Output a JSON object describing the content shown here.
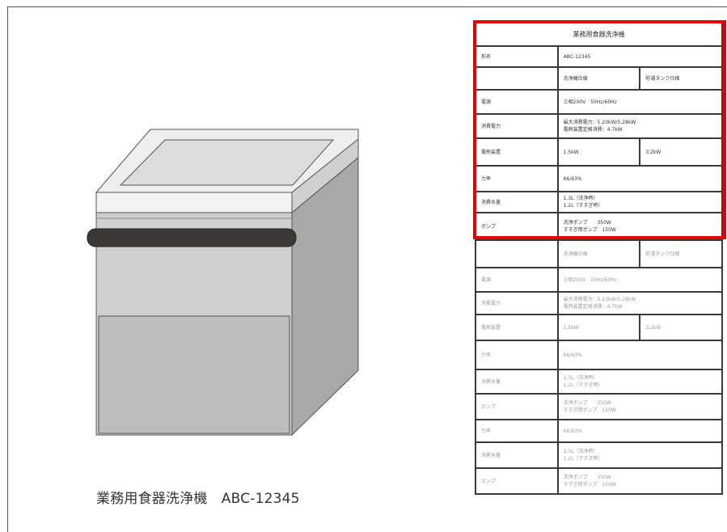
{
  "caption": "業務用食器洗浄機　ABC-12345",
  "spec_table": {
    "title": "業務用食器洗浄機",
    "model_label": "形名",
    "model_value": "ABC-12345",
    "rows": [
      {
        "label": "",
        "value": "洗浄機仕様",
        "extra": "貯湯タンク仕様"
      },
      {
        "label": "電源",
        "value": "三相200V　50Hz/60Hz",
        "extra": null
      },
      {
        "label": "消費電力",
        "value": "最大消費電力：5.23kW/5.28kW\n電熱装置定格消費：4.7kW",
        "extra": null
      },
      {
        "label": "電熱装置",
        "value": "1.5kW",
        "extra": "3.2kW"
      },
      {
        "label": "力率",
        "value": "66/63%",
        "extra": null
      },
      {
        "label": "消費水量",
        "value": "1.3L（洗浄時）\n1.2L（すすぎ時）",
        "extra": null
      },
      {
        "label": "ポンプ",
        "value": "洗浄ポンプ　　350W\nすすぎ用ポンプ　150W",
        "extra": null
      },
      {
        "label": "",
        "value": "洗浄機仕様",
        "extra": "貯湯タンク仕様"
      },
      {
        "label": "電源",
        "value": "三相200V　50Hz/60Hz",
        "extra": null
      },
      {
        "label": "消費電力",
        "value": "最大消費電力：5.23kW/5.28kW\n電熱装置定格消費：4.7kW",
        "extra": null
      },
      {
        "label": "電熱装置",
        "value": "1.5kW",
        "extra": "3.2kW"
      },
      {
        "label": "力率",
        "value": "66/63%",
        "extra": null
      },
      {
        "label": "消費水量",
        "value": "1.3L（洗浄時）\n1.2L（すすぎ時）",
        "extra": null
      },
      {
        "label": "ポンプ",
        "value": "洗浄ポンプ　　350W\nすすぎ用ポンプ　150W",
        "extra": null
      },
      {
        "label": "力率",
        "value": "66/63%",
        "extra": null
      },
      {
        "label": "消費水量",
        "value": "1.3L（洗浄時）\n1.2L（すすぎ時）",
        "extra": null
      },
      {
        "label": "ポンプ",
        "value": "洗浄ポンプ　　350W\nすすぎ用ポンプ　150W",
        "extra": null
      }
    ]
  },
  "colors": {
    "highlight": "#e30000",
    "table_border": "#3a3a3a",
    "faded_text": "#9a9a9a"
  }
}
